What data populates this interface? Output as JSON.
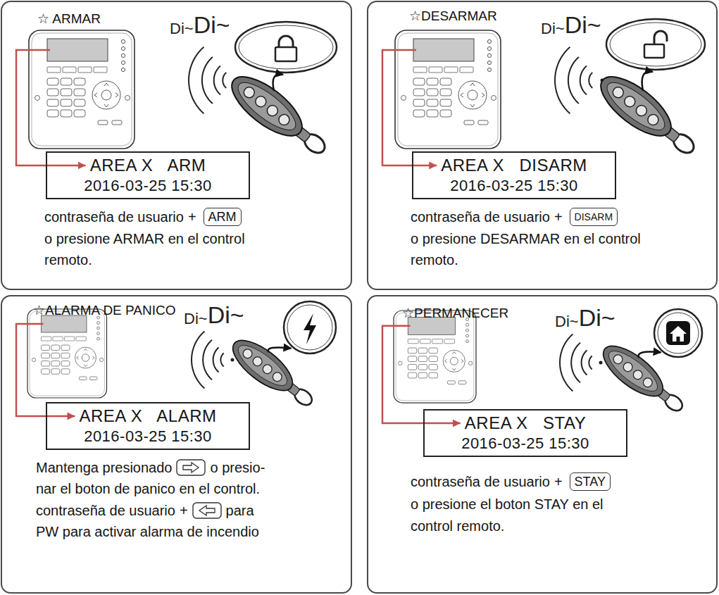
{
  "diagram": {
    "nodes": [
      {
        "text": [
          "☆ ARMAR"
        ]
      },
      {
        "text": [
          "AREA X   ARM",
          "2016-03-25 15:30"
        ],
        "in": 0
      },
      {
        "text": [
          "ARM"
        ],
        "in": 0
      },
      {
        "text": [
          "☆DESARMAR"
        ]
      },
      {
        "text": [
          "AREA X   DISARM",
          "2016-03-25 15:30"
        ],
        "in": 3
      },
      {
        "text": [
          "DISARM"
        ],
        "in": 3
      },
      {
        "text": [
          "☆ALARMA DE PANICO"
        ]
      },
      {
        "text": [
          "AREA X   ALARM",
          "2016-03-25 15:30"
        ],
        "in": 6
      },
      {
        "text": [
          "☆PERMANECER"
        ]
      },
      {
        "text": [
          "AREA X   STAY",
          "2016-03-25 15:30"
        ],
        "in": 8
      },
      {
        "text": [
          "STAY"
        ],
        "in": 8
      }
    ],
    "labels": [
      "Di~",
      "Di~",
      "contraseña de usuario",
      "+",
      "o presione ARMAR en el control",
      "remoto.",
      "Di~",
      "Di~",
      "contraseña de usuario",
      "+",
      "o presione DESARMAR en el control",
      "remoto.",
      "Di~",
      "Di~",
      "Mantenga presionado",
      "o presio-",
      "nar el boton de panico en el control.",
      "contraseña de usuario",
      "+",
      "para",
      "PW para activar alarma de incendio",
      "Di~",
      "Di~",
      "contraseña de usuario",
      "+",
      "o presione el boton STAY en el",
      "control remoto."
    ]
  }
}
